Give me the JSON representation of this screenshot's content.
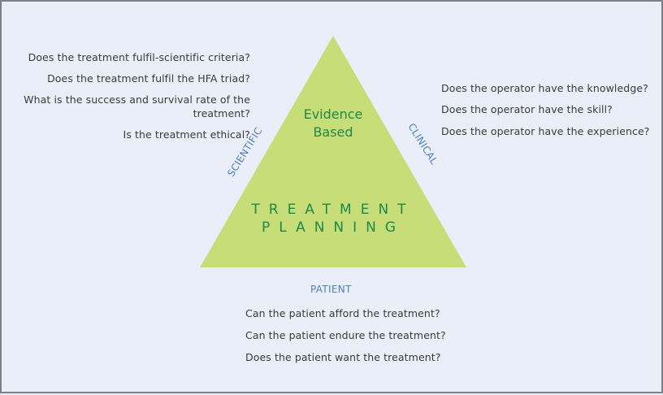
{
  "diagram": {
    "center": {
      "top_label": "Evidence Based",
      "top_line1": "Evidence",
      "top_line2": "Based",
      "main_line1": "TREATMENT",
      "main_line2": "PLANNING"
    },
    "sides": {
      "scientific": "SCIENTIFIC",
      "clinical": "CLINICAL",
      "patient": "PATIENT"
    },
    "scientific_questions": [
      "Does the treatment fulfil-scientific criteria?",
      "Does the treatment fulfil the HFA triad?",
      "What is the success and survival rate of the",
      "treatment?",
      "Is the treatment ethical?"
    ],
    "clinical_questions": [
      "Does the operator have the knowledge?",
      "Does the operator have the skill?",
      "Does the operator have the experience?"
    ],
    "patient_questions": [
      "Can the patient afford the treatment?",
      "Can the patient endure the treatment?",
      "Does the patient want the treatment?"
    ],
    "colors": {
      "background": "#e9eef8",
      "triangle": "#c6dd78",
      "center_text": "#1e8a4a",
      "side_labels": "#4a7fc0",
      "question_text": "#3b3b3b",
      "border": "#7f7f86"
    }
  }
}
